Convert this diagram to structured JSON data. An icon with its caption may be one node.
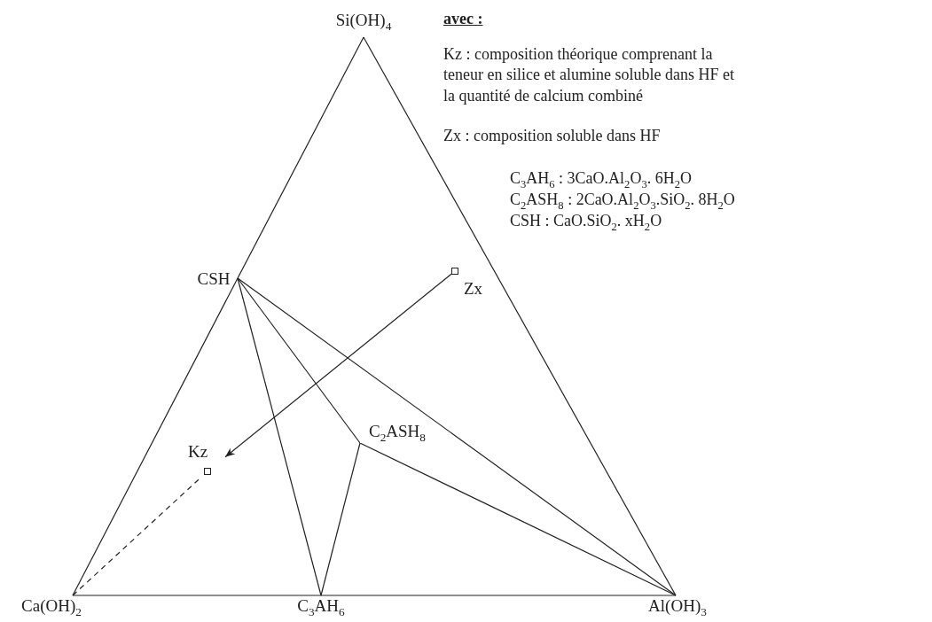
{
  "diagram": {
    "nodes": [
      {
        "text": [
          "Si(OH)$_{4}$"
        ]
      },
      {
        "text": [
          "CSH"
        ]
      },
      {
        "text": [
          "Zx"
        ]
      },
      {
        "text": [
          "Kz"
        ]
      },
      {
        "text": [
          "C$_{2}$ASH$_{8}$"
        ]
      },
      {
        "text": [
          "Ca(OH)$_{2}$"
        ]
      },
      {
        "text": [
          "C$_{3}$AH$_{6}$"
        ]
      },
      {
        "text": [
          "Al(OH)$_{3}$"
        ]
      }
    ],
    "edges": [
      {
        "from": 0,
        "to": 1,
        "arrow": "none"
      },
      {
        "from": 1,
        "to": 5,
        "arrow": "none"
      },
      {
        "from": 0,
        "to": 7,
        "arrow": "none"
      },
      {
        "from": 5,
        "to": 6,
        "arrow": "none"
      },
      {
        "from": 6,
        "to": 7,
        "arrow": "none"
      },
      {
        "from": 1,
        "to": 6,
        "arrow": "none"
      },
      {
        "from": 1,
        "to": 4,
        "arrow": "none"
      },
      {
        "from": 1,
        "to": 7,
        "arrow": "none"
      },
      {
        "from": 4,
        "to": 6,
        "arrow": "none"
      },
      {
        "from": 4,
        "to": 7,
        "arrow": "none"
      },
      {
        "from": 2,
        "to": 3,
        "arrow": "to"
      },
      {
        "from": 5,
        "to": 3,
        "arrow": "none",
        "style": "dashed"
      }
    ],
    "labels": [
      "avec :",
      "Kz : composition théorique comprenant la teneur en silice et alumine soluble dans HF et la quantité de calcium combiné",
      "Zx : composition soluble dans HF",
      "C$_{3}$AH$_{6}$ : 3CaO.Al$_{2}$O$_{3}$. 6H$_{2}$O",
      "C$_{2}$ASH$_{8}$ : 2CaO.Al$_{2}$O$_{3}$.SiO$_{2}$. 8H$_{2}$O",
      "CSH : CaO.SiO$_{2}$. xH$_{2}$O"
    ]
  }
}
